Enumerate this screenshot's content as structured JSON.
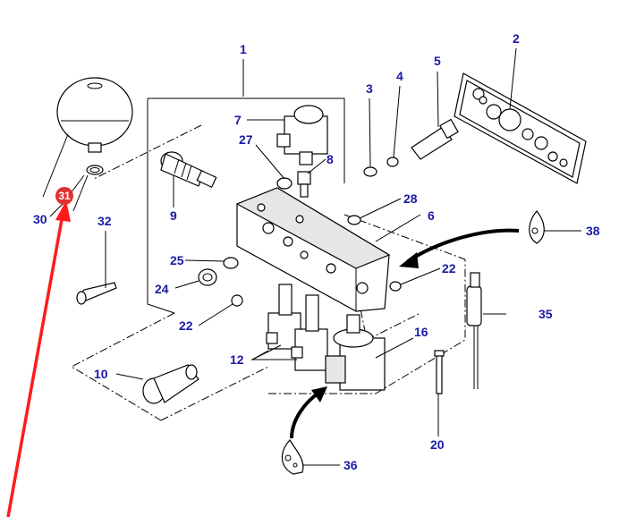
{
  "diagram": {
    "callouts": {
      "c1": "1",
      "c2": "2",
      "c3": "3",
      "c4": "4",
      "c5": "5",
      "c6": "6",
      "c7": "7",
      "c8": "8",
      "c9": "9",
      "c10": "10",
      "c12": "12",
      "c16": "16",
      "c20": "20",
      "c22a": "22",
      "c22b": "22",
      "c24": "24",
      "c25": "25",
      "c27": "27",
      "c28": "28",
      "c30": "30",
      "c32": "32",
      "c35": "35",
      "c36": "36",
      "c38": "38"
    },
    "highlight": {
      "label": "31",
      "badge_color": "#e03131",
      "arrow_color": "#ff1a1a"
    },
    "callout_color": "#1a1aa6"
  }
}
